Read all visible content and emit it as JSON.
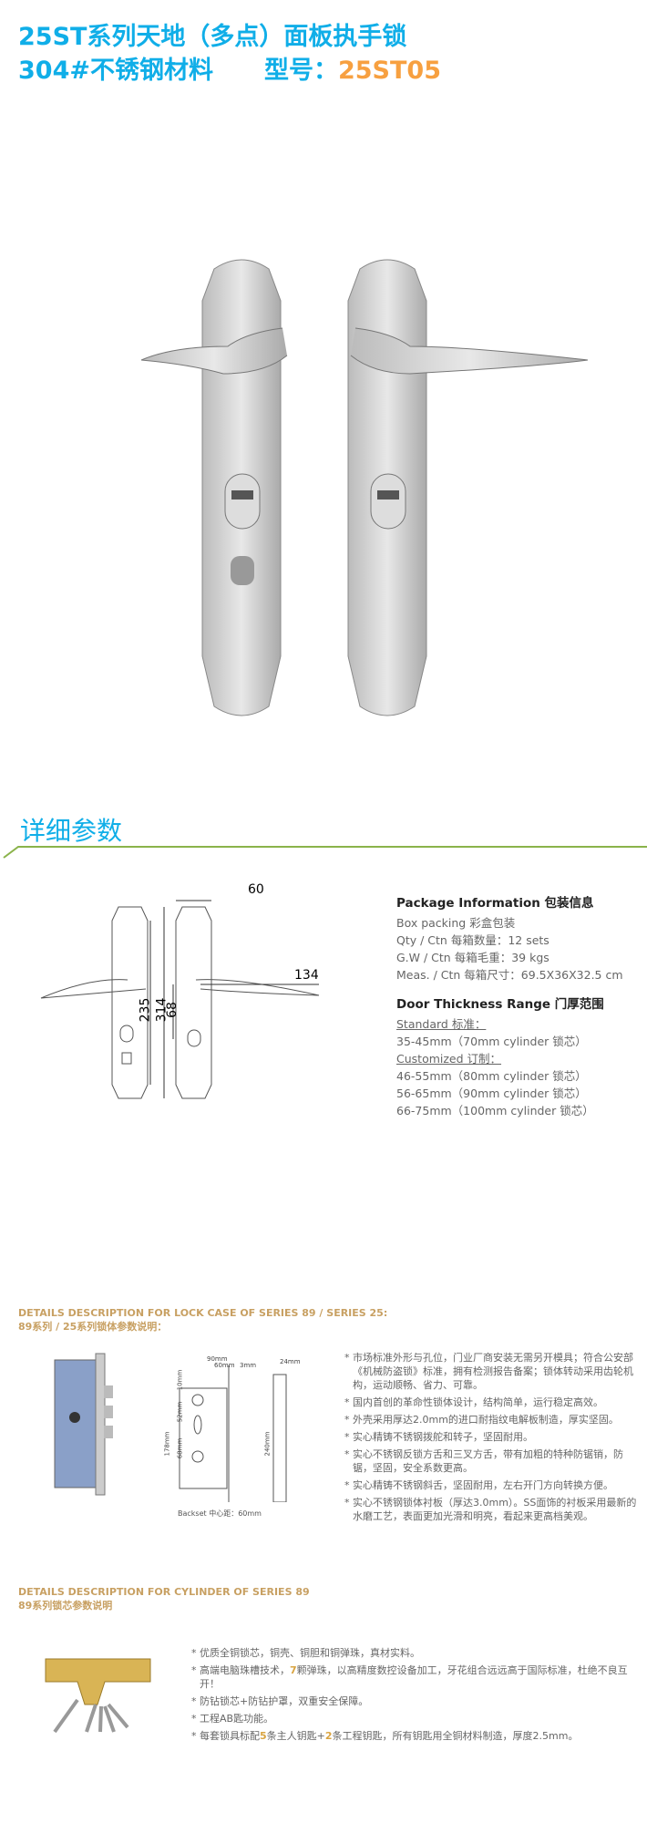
{
  "header": {
    "title_line1": "25ST系列天地（多点）面板执手锁",
    "material": "304#不锈钢材料",
    "model_label": "型号：",
    "model": "25ST05"
  },
  "section_title": "详细参数",
  "dimensions": {
    "width": "60",
    "handle": "134",
    "plate": "235",
    "total": "314",
    "center": "68"
  },
  "package": {
    "heading": "Package  Information 包装信息",
    "lines": [
      "Box packing 彩盒包装",
      "Qty / Ctn 每箱数量：12 sets",
      "G.W / Ctn 每箱毛重：39 kgs",
      "Meas. / Ctn 每箱尺寸：69.5X36X32.5 cm"
    ]
  },
  "door": {
    "heading": "Door Thickness Range 门厚范围",
    "standard_label": "Standard 标准：",
    "standard": "35-45mm（70mm cylinder 锁芯）",
    "custom_label": "Customized 订制：",
    "custom": [
      "46-55mm（80mm cylinder 锁芯）",
      "56-65mm（90mm cylinder 锁芯）",
      "66-75mm（100mm cylinder 锁芯）"
    ]
  },
  "lockcase": {
    "heading_en": "DETAILS DESCRIPTION FOR LOCK CASE OF SERIES 89 / SERIES 25:",
    "heading_cn": "89系列 / 25系列锁体参数说明：",
    "dims": [
      "90mm",
      "60mm",
      "3mm",
      "10mm",
      "52mm",
      "68mm",
      "178mm",
      "24mm",
      "240mm"
    ],
    "backset": "Backset 中心距：60mm",
    "bullets": [
      "* 市场标准外形与孔位，门业厂商安装无需另开模具；符合公安部《机械防盗锁》标准，拥有检测报告备案；锁体转动采用齿轮机构，运动顺畅、省力、可靠。",
      "* 国内首创的革命性锁体设计，结构简单，运行稳定高效。",
      "* 外壳采用厚达2.0mm的进口耐指纹电解板制造，厚实坚固。",
      "* 实心精铸不锈钢拨舵和转子，坚固耐用。",
      "* 实心不锈钢反锁方舌和三叉方舌，带有加粗的特种防锯销，防锯，坚固，安全系数更高。",
      "* 实心精铸不锈钢斜舌，坚固耐用，左右开门方向转换方便。",
      "* 实心不锈钢锁体衬板（厚达3.0mm）。SS面饰的衬板采用最新的水磨工艺，表面更加光滑和明亮，看起来更高档美观。"
    ]
  },
  "cylinder": {
    "heading_en": "DETAILS DESCRIPTION FOR CYLINDER OF SERIES 89",
    "heading_cn": "89系列锁芯参数说明",
    "b1": "* 优质全铜锁芯，铜壳、铜胆和铜弹珠，真材实料。",
    "b2a": "* 高端电脑珠槽技术，",
    "b2n": "7",
    "b2b": "颗弹珠，以高精度数控设备加工，牙花组合远远高于国际标准，杜绝不良互开！",
    "b3": "* 防钻锁芯+防钻护罩，双重安全保障。",
    "b4": "* 工程AB匙功能。",
    "b5a": "* 每套锁具标配",
    "b5n1": "5",
    "b5b": "条主人钥匙+",
    "b5n2": "2",
    "b5c": "条工程钥匙，所有钥匙用全铜材料制造，厚度2.5mm。"
  }
}
